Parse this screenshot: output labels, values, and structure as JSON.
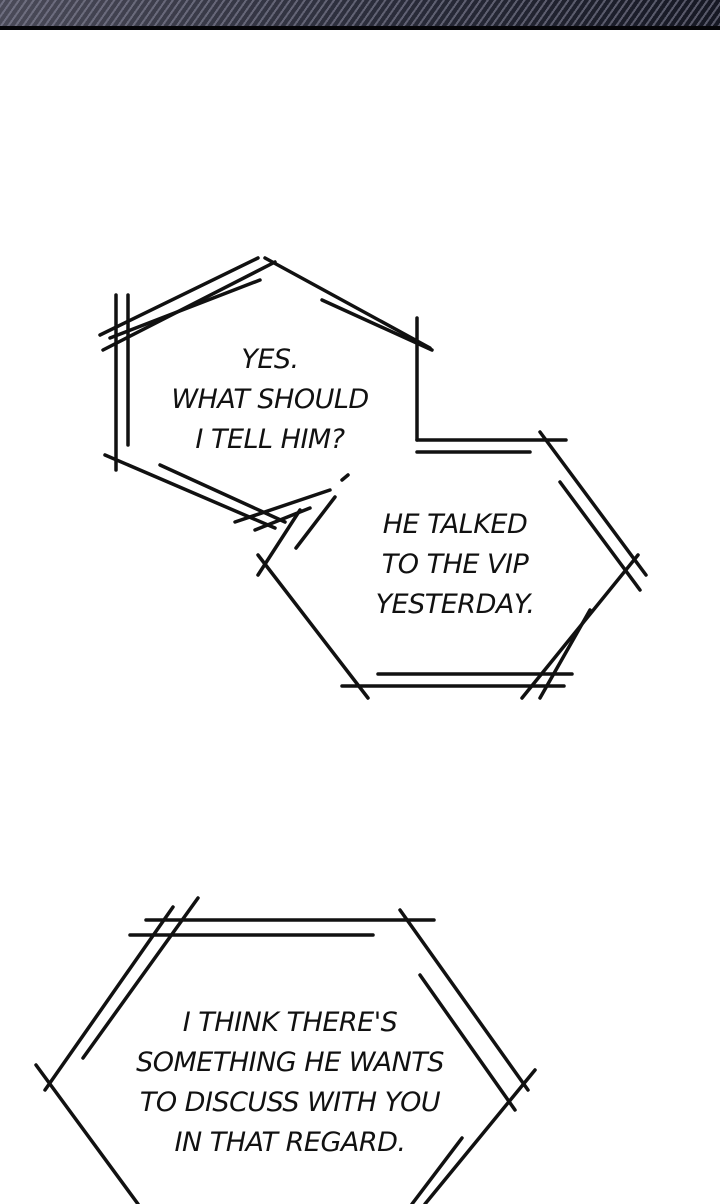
{
  "header": {
    "band_color_left": "#4a4a58",
    "band_color_right": "#161824"
  },
  "bubbles": [
    {
      "id": "bubble-1",
      "shape": "hexagon",
      "text": "YES.\nWHAT SHOULD\nI TELL HIM?"
    },
    {
      "id": "bubble-2",
      "shape": "hexagon",
      "text": "HE TALKED\nTO THE VIP\nYESTERDAY."
    },
    {
      "id": "bubble-3",
      "shape": "hexagon",
      "text": "I THINK THERE'S\nSOMETHING HE WANTS\nTO DISCUSS WITH YOU\nIN THAT REGARD."
    }
  ],
  "colors": {
    "background": "#ffffff",
    "ink": "#111111"
  }
}
